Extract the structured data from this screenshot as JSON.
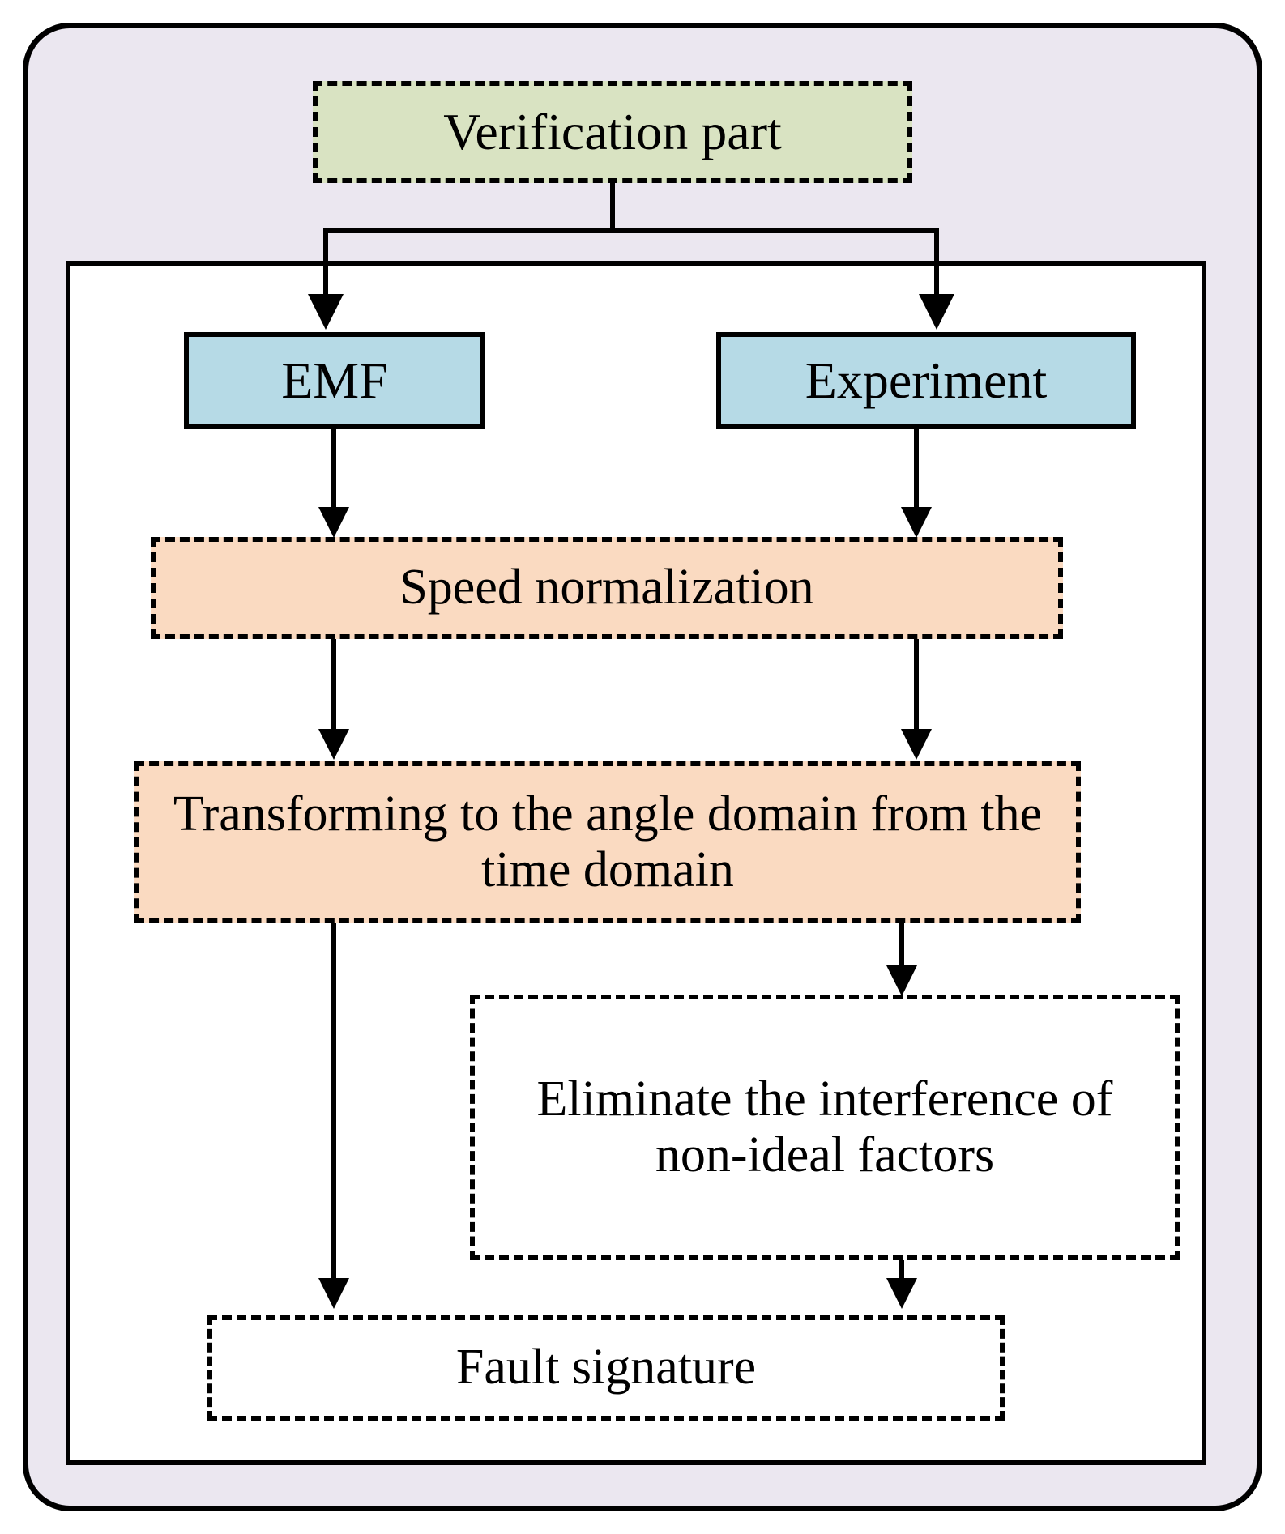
{
  "diagram": {
    "title": "Verification part flowchart",
    "type": "flowchart",
    "outer_panel_fill": "#ebe7f0",
    "inner_panel_fill": "#ffffff",
    "nodes": [
      {
        "id": "verification",
        "label": "Verification part",
        "fill": "#d9e3c2",
        "border": "dashed",
        "border_color": "#000000"
      },
      {
        "id": "emf",
        "label": "EMF",
        "fill": "#b6dae6",
        "border": "solid",
        "border_color": "#000000"
      },
      {
        "id": "experiment",
        "label": "Experiment",
        "fill": "#b6dae6",
        "border": "solid",
        "border_color": "#000000"
      },
      {
        "id": "speed",
        "label": "Speed normalization",
        "fill": "#fadac1",
        "border": "dashed",
        "border_color": "#000000"
      },
      {
        "id": "transform",
        "label": "Transforming to the angle domain from the time domain",
        "fill": "#fadac1",
        "border": "dashed",
        "border_color": "#000000"
      },
      {
        "id": "eliminate",
        "label": "Eliminate the interference of non-ideal factors",
        "fill": "none",
        "border": "dashed",
        "border_color": "#000000"
      },
      {
        "id": "fault",
        "label": "Fault signature",
        "fill": "none",
        "border": "dashed",
        "border_color": "#000000"
      }
    ],
    "edges": [
      {
        "from": "verification",
        "to": "emf",
        "style": "split-arrow"
      },
      {
        "from": "verification",
        "to": "experiment",
        "style": "split-arrow"
      },
      {
        "from": "emf",
        "to": "speed",
        "style": "arrow"
      },
      {
        "from": "experiment",
        "to": "speed",
        "style": "arrow"
      },
      {
        "from": "speed",
        "to": "transform",
        "style": "arrow-left"
      },
      {
        "from": "speed",
        "to": "transform",
        "style": "arrow-right"
      },
      {
        "from": "transform",
        "to": "eliminate",
        "style": "arrow"
      },
      {
        "from": "transform",
        "to": "fault",
        "style": "arrow-long-left"
      },
      {
        "from": "eliminate",
        "to": "fault",
        "style": "arrow"
      }
    ]
  }
}
